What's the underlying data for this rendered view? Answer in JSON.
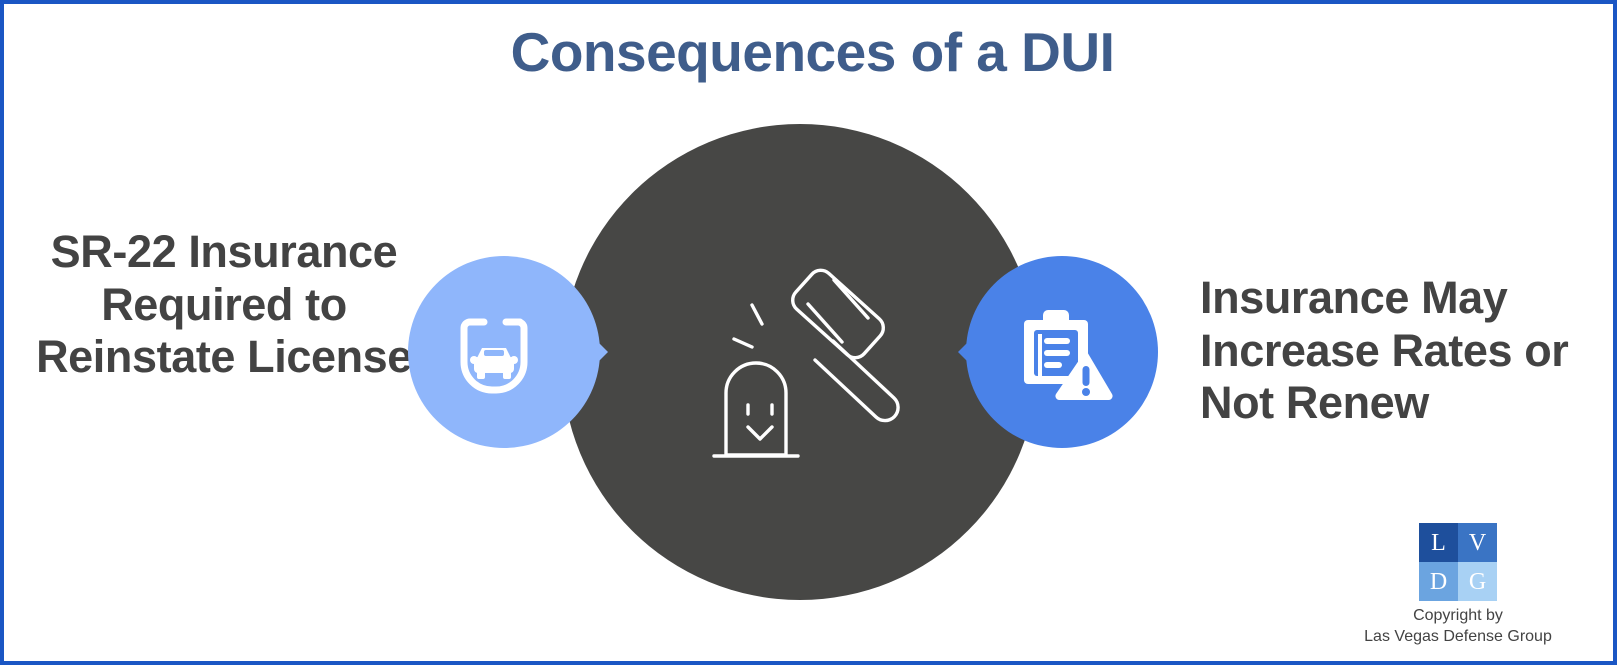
{
  "page": {
    "title": "Consequences of a DUI",
    "border_color": "#1a56c4",
    "background_color": "#ffffff"
  },
  "colors": {
    "title_blue": "#3f5d8b",
    "body_gray": "#434343",
    "center_circle": "#474745",
    "left_badge": "#8fb6fb",
    "right_badge": "#4a82e8"
  },
  "left_item": {
    "text": "SR-22 Insurance Required to Reinstate License",
    "icon": "car-badge-icon"
  },
  "center_item": {
    "icon": "gavel-striking-tombstone-icon"
  },
  "right_item": {
    "text": "Insurance May Increase Rates or Not Renew",
    "icon": "clipboard-warning-icon"
  },
  "logo": {
    "cells": [
      "L",
      "V",
      "D",
      "G"
    ],
    "copyright_line1": "Copyright by",
    "copyright_line2": "Las Vegas Defense Group"
  }
}
